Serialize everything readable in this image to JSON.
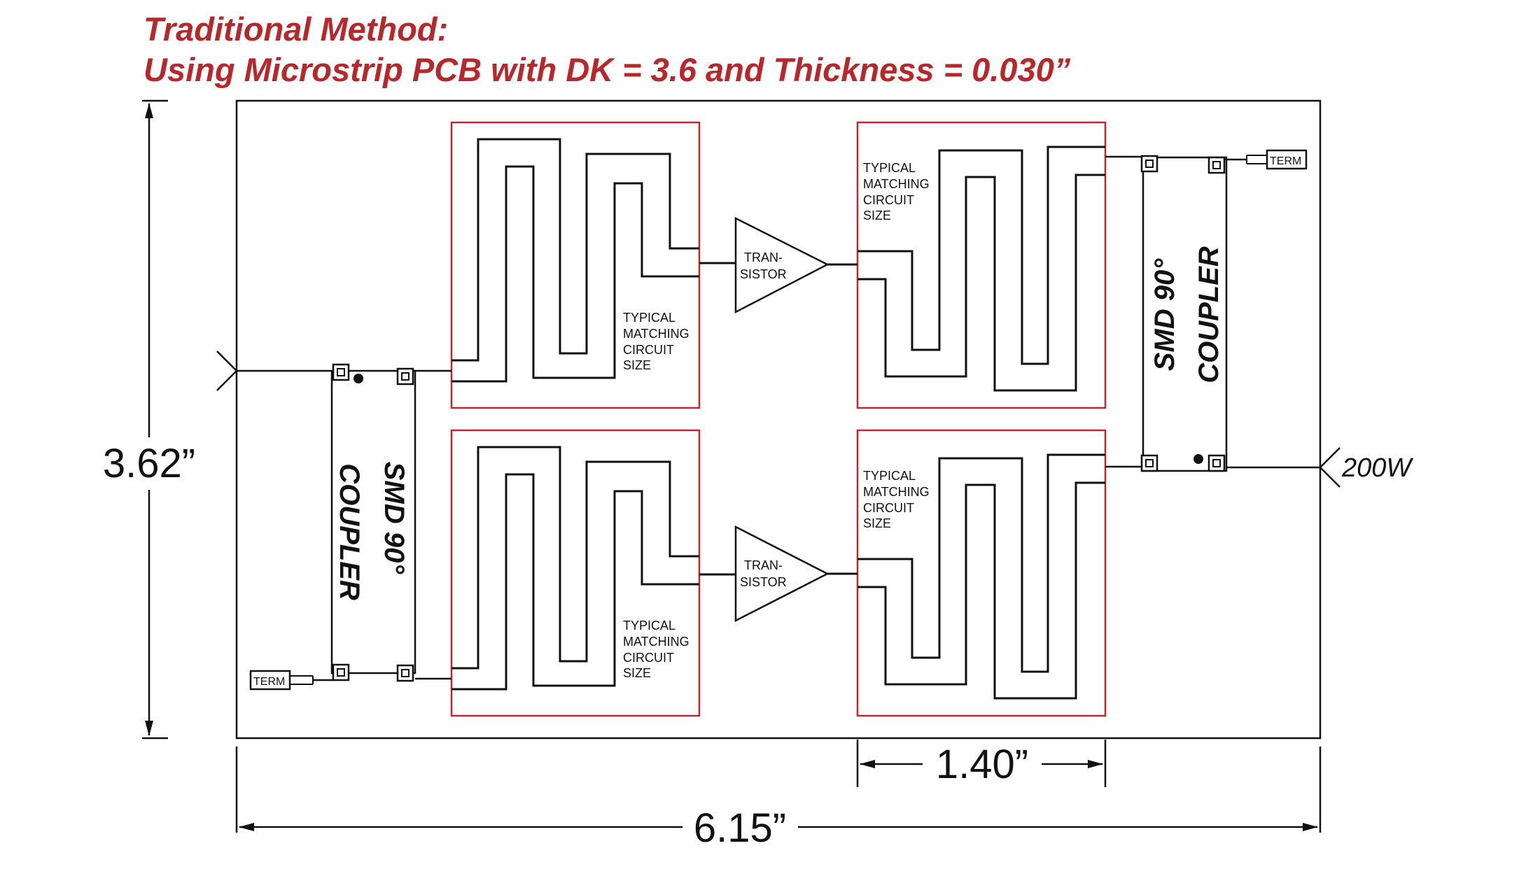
{
  "title": {
    "line1": "Traditional Method:",
    "line2": "Using Microstrip PCB with DK = 3.6 and Thickness = 0.030”"
  },
  "colors": {
    "title": "#b5282b",
    "box_border": "#c0272d",
    "line": "#111111"
  },
  "labels": {
    "matching": [
      "TYPICAL",
      "MATCHING",
      "CIRCUIT",
      "SIZE"
    ],
    "transistor": [
      "TRAN-",
      "SISTOR"
    ],
    "coupler": [
      "SMD 90°",
      "COUPLER"
    ],
    "term": "TERM",
    "output_power": "200W"
  },
  "dimensions": {
    "height": "3.62”",
    "width": "6.15”",
    "block_width": "1.40”"
  },
  "icons": {
    "arrow": "arrowhead-icon",
    "pad": "smd-pad-icon",
    "amp": "triangle-amplifier-icon"
  }
}
